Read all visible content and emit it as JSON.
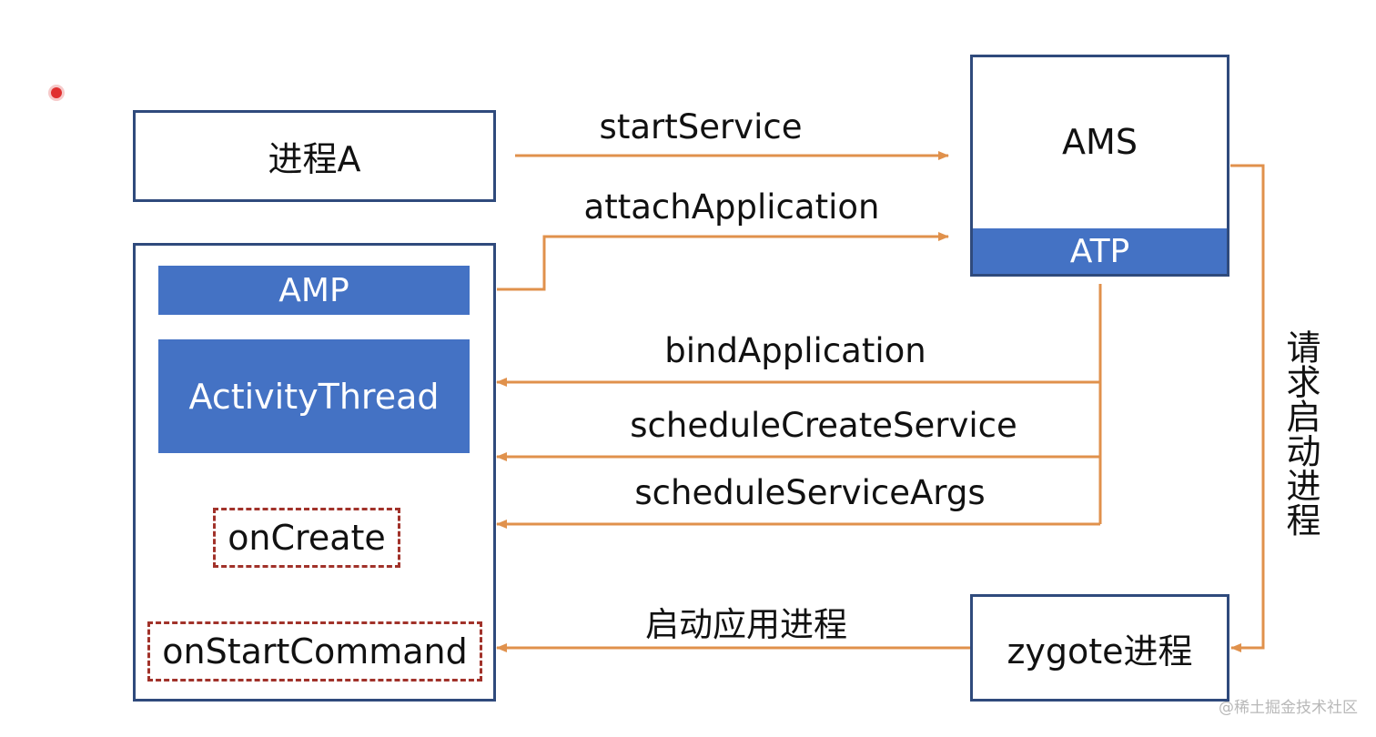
{
  "nodes": {
    "process_a": "进程A",
    "ams": "AMS",
    "atp": "ATP",
    "amp": "AMP",
    "activity_thread": "ActivityThread",
    "on_create": "onCreate",
    "on_start_command": "onStartCommand",
    "zygote": "zygote进程"
  },
  "edges": {
    "start_service": "startService",
    "attach_application": "attachApplication",
    "bind_application": "bindApplication",
    "schedule_create_service": "scheduleCreateService",
    "schedule_service_args": "scheduleServiceArgs",
    "start_app_process": "启动应用进程",
    "request_start_process": "请求启动进程"
  },
  "colors": {
    "arrow": "#e0914c",
    "box_border": "#2f4a7c",
    "fill_blue": "#4472c4",
    "dashed_border": "#a1322a"
  },
  "watermark": "@稀土掘金技术社区"
}
